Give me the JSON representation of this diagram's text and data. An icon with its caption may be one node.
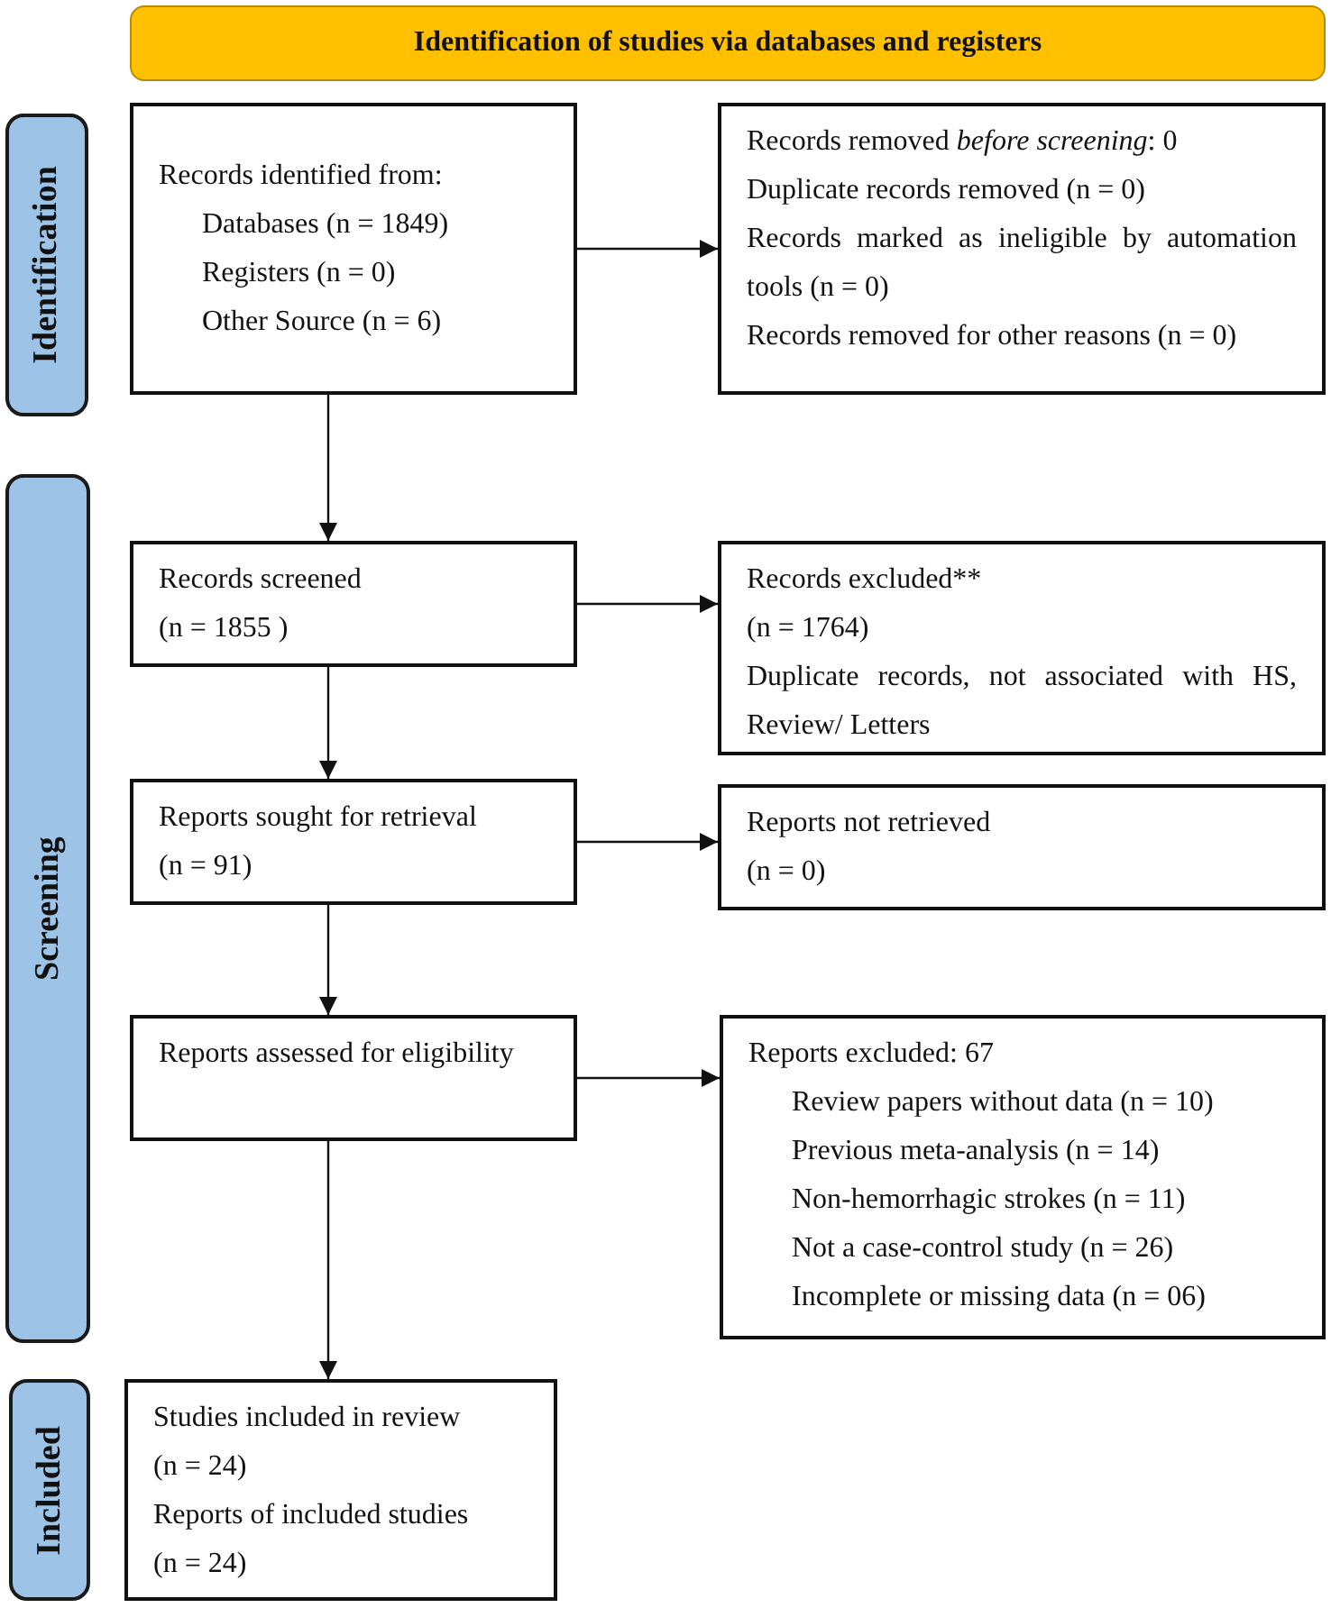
{
  "diagram": {
    "nodes": [
      {
        "text": [
          "Identification of studies via databases and registers"
        ]
      },
      {
        "text": [
          "Identification"
        ]
      },
      {
        "text": [
          "Screening"
        ]
      },
      {
        "text": [
          "Included"
        ]
      },
      {
        "text": [
          "Records identified from:",
          "Databases (n = 1849)",
          "Registers (n = 0)",
          "Other Source (n = 6)"
        ]
      },
      {
        "text": [
          "Records removed *before screening*: 0",
          "Duplicate records removed (n = 0)",
          "Records marked as ineligible by automation tools (n = 0)",
          "Records removed for other reasons (n = 0)"
        ]
      },
      {
        "text": [
          "Records screened",
          "(n = 1855 )"
        ]
      },
      {
        "text": [
          "Records excluded**",
          "(n = 1764)",
          "Duplicate records, not associated with HS, Review/ Letters"
        ]
      },
      {
        "text": [
          "Reports sought for retrieval",
          "(n = 91)"
        ]
      },
      {
        "text": [
          "Reports not retrieved",
          "(n = 0)"
        ]
      },
      {
        "text": [
          "Reports assessed for eligibility"
        ]
      },
      {
        "text": [
          "Reports excluded: 67",
          "Review papers without data (n = 10)",
          "Previous meta-analysis (n = 14)",
          "Non-hemorrhagic strokes (n = 11)",
          "Not a case-control study (n = 26)",
          "Incomplete or missing data (n = 06)"
        ]
      },
      {
        "text": [
          "Studies included in review",
          "(n = 24)",
          "Reports of included studies",
          "(n = 24)"
        ]
      }
    ],
    "edges": [
      {
        "from": 4,
        "to": 5,
        "arrow": "to"
      },
      {
        "from": 4,
        "to": 6,
        "arrow": "to"
      },
      {
        "from": 6,
        "to": 7,
        "arrow": "to"
      },
      {
        "from": 6,
        "to": 8,
        "arrow": "to"
      },
      {
        "from": 8,
        "to": 9,
        "arrow": "to"
      },
      {
        "from": 8,
        "to": 10,
        "arrow": "to"
      },
      {
        "from": 10,
        "to": 11,
        "arrow": "to"
      },
      {
        "from": 10,
        "to": 12,
        "arrow": "to"
      }
    ]
  }
}
